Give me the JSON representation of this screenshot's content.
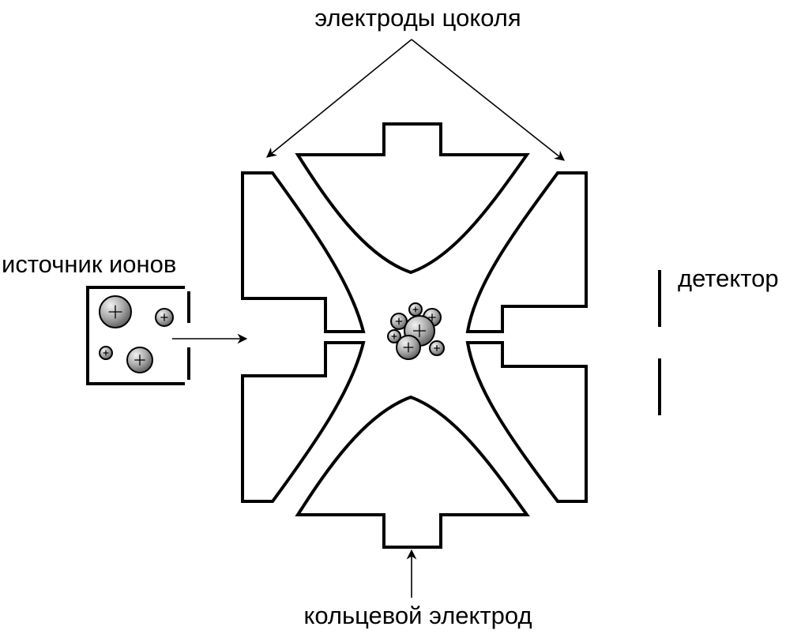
{
  "labels": {
    "base_electrodes": "электроды цоколя",
    "ion_source": "источник ионов",
    "detector": "детектор",
    "ring_electrode": "кольцевой электрод"
  },
  "colors": {
    "line": "#000000",
    "background": "#ffffff",
    "ion_fill_light": "#e8e8e8",
    "ion_fill_dark": "#6e6e6e"
  },
  "ion_symbol": "+"
}
